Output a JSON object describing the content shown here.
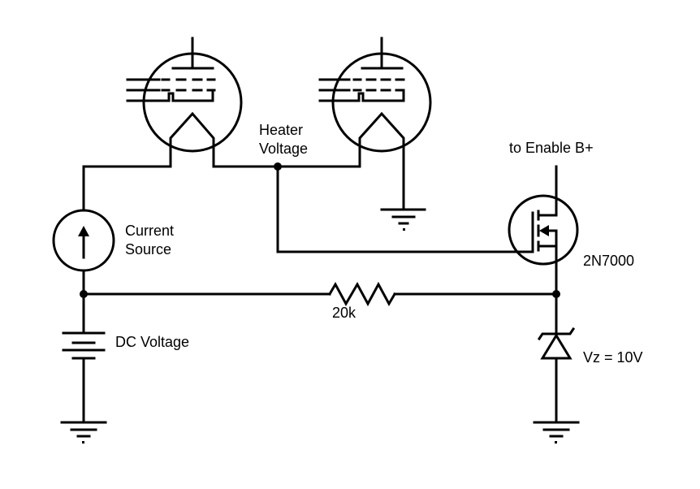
{
  "labels": {
    "heater_voltage_line1": "Heater",
    "heater_voltage_line2": "Voltage",
    "enable_b_plus": "to Enable B+",
    "current_source_line1": "Current",
    "current_source_line2": "Source",
    "mosfet_part": "2N7000",
    "resistor_value": "20k",
    "dc_voltage": "DC Voltage",
    "zener_voltage": "Vz = 10V"
  },
  "colors": {
    "ink": "#000000",
    "background": "#ffffff"
  },
  "components": [
    {
      "type": "vacuum-tube",
      "role": "tube-1"
    },
    {
      "type": "vacuum-tube",
      "role": "tube-2"
    },
    {
      "type": "current-source"
    },
    {
      "type": "battery",
      "label_key": "dc_voltage"
    },
    {
      "type": "resistor",
      "label_key": "resistor_value"
    },
    {
      "type": "n-channel-mosfet",
      "label_key": "mosfet_part"
    },
    {
      "type": "zener-diode",
      "label_key": "zener_voltage"
    },
    {
      "type": "ground",
      "count": 3
    }
  ]
}
